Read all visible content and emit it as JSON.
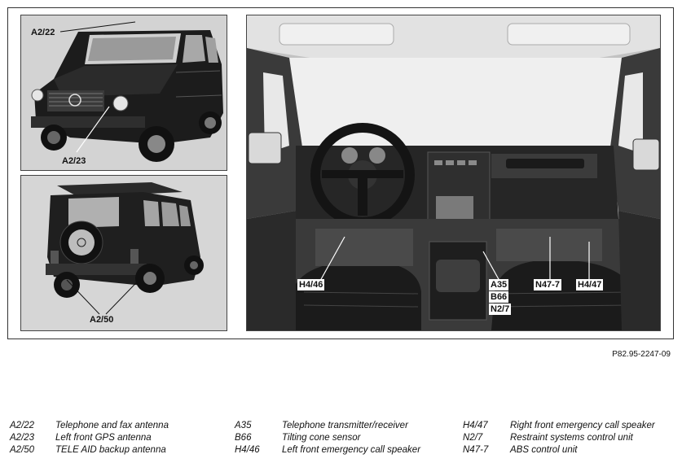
{
  "callouts": {
    "a2_22": "A2/22",
    "a2_23": "A2/23",
    "a2_50": "A2/50",
    "h4_46": "H4/46",
    "a35": "A35",
    "b66": "B66",
    "n2_7": "N2/7",
    "n47_7": "N47-7",
    "h4_47": "H4/47"
  },
  "reference": "P82.95-2247-09",
  "legend": [
    [
      {
        "code": "A2/22",
        "desc": "Telephone and fax antenna"
      },
      {
        "code": "A2/23",
        "desc": "Left front GPS antenna"
      },
      {
        "code": "A2/50",
        "desc": "TELE AID backup antenna"
      }
    ],
    [
      {
        "code": "A35",
        "desc": "Telephone transmitter/receiver"
      },
      {
        "code": "B66",
        "desc": "Tilting cone sensor"
      },
      {
        "code": "H4/46",
        "desc": "Left front emergency call speaker"
      }
    ],
    [
      {
        "code": "H4/47",
        "desc": "Right front emergency call speaker"
      },
      {
        "code": "N2/7",
        "desc": "Restraint systems control unit"
      },
      {
        "code": "N47-7",
        "desc": "ABS control unit"
      }
    ]
  ]
}
